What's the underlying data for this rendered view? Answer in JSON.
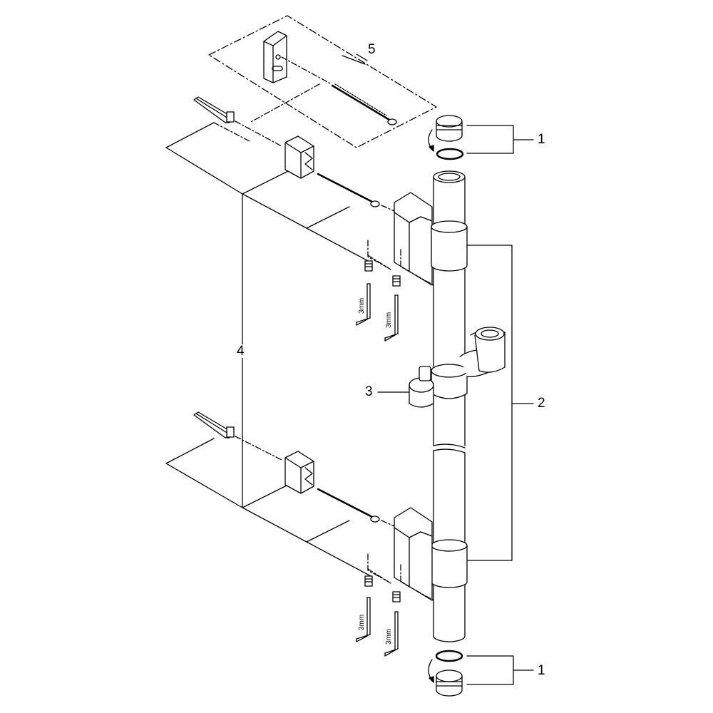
{
  "callouts": {
    "c1_top": "1",
    "c2": "2",
    "c3": "3",
    "c4": "4",
    "c5": "5",
    "c1_bottom": "1"
  },
  "key_sizes": {
    "k1": "3mm",
    "k2": "3mm",
    "k3": "3mm",
    "k4": "3mm"
  },
  "style": {
    "line_color": "#000000",
    "background": "#ffffff"
  }
}
